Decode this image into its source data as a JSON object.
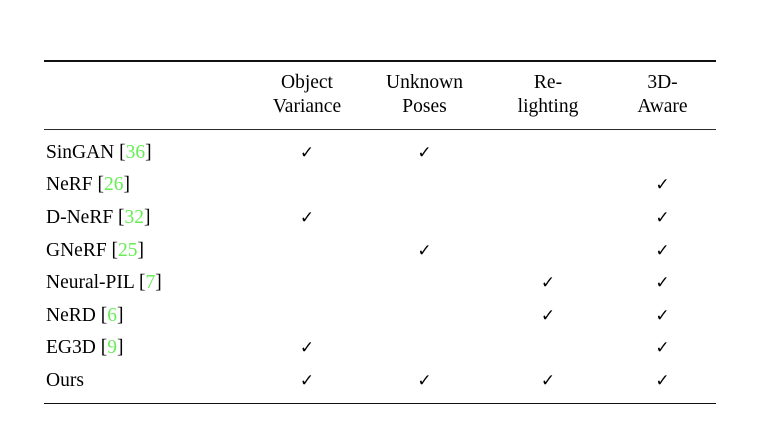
{
  "table": {
    "row_header_label": "",
    "columns": [
      {
        "id": "object_variance",
        "label": "Object\nVariance"
      },
      {
        "id": "unknown_poses",
        "label": "Unknown\nPoses"
      },
      {
        "id": "relighting",
        "label": "Re-\nlighting"
      },
      {
        "id": "3d_aware",
        "label": "3D-\nAware"
      }
    ],
    "check_glyph": "✓",
    "citation_color": "#66ee55",
    "rows": [
      {
        "method": "SinGAN",
        "citation": "36",
        "values": [
          true,
          true,
          false,
          false
        ]
      },
      {
        "method": "NeRF",
        "citation": "26",
        "values": [
          false,
          false,
          false,
          true
        ]
      },
      {
        "method": "D-NeRF",
        "citation": "32",
        "values": [
          true,
          false,
          false,
          true
        ]
      },
      {
        "method": "GNeRF",
        "citation": "25",
        "values": [
          false,
          true,
          false,
          true
        ]
      },
      {
        "method": "Neural-PIL",
        "citation": "7",
        "values": [
          false,
          false,
          true,
          true
        ]
      },
      {
        "method": "NeRD",
        "citation": "6",
        "values": [
          false,
          false,
          true,
          true
        ]
      },
      {
        "method": "EG3D",
        "citation": "9",
        "values": [
          true,
          false,
          false,
          true
        ]
      },
      {
        "method": "Ours",
        "citation": "",
        "values": [
          true,
          true,
          true,
          true
        ]
      }
    ]
  }
}
